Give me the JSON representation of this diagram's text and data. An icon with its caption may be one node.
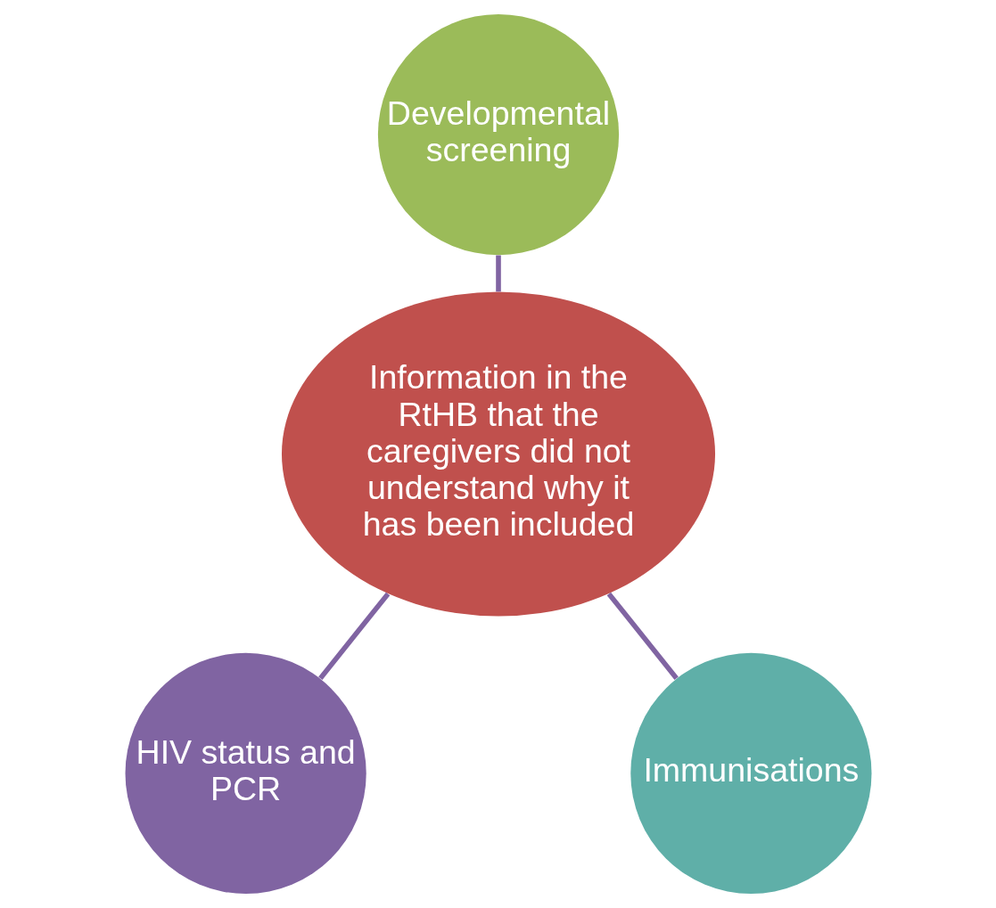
{
  "diagram": {
    "nodes": [
      {
        "text": [
          "Information in the RtHB that the caregivers did not understand why it has been included"
        ]
      },
      {
        "text": [
          "Developmental screening"
        ]
      },
      {
        "text": [
          "HIV status and PCR"
        ]
      },
      {
        "text": [
          "Immunisations"
        ]
      }
    ],
    "edges": [
      {
        "from": 0,
        "to": 1,
        "arrow": "none"
      },
      {
        "from": 0,
        "to": 2,
        "arrow": "none"
      },
      {
        "from": 0,
        "to": 3,
        "arrow": "none"
      }
    ]
  }
}
